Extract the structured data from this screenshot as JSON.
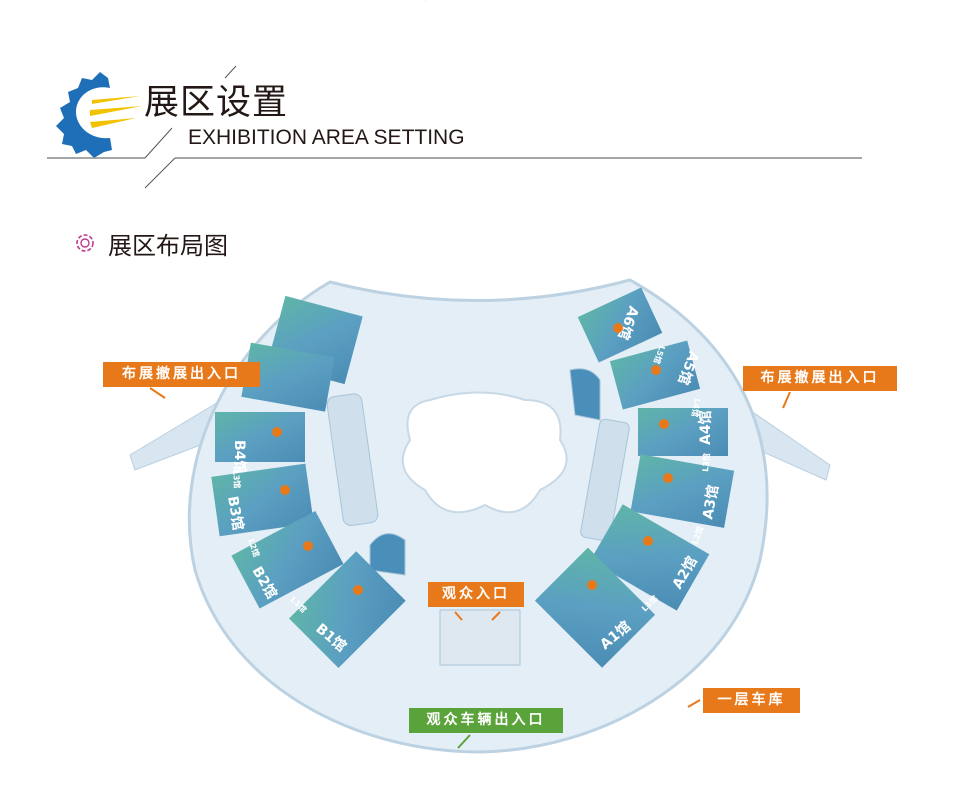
{
  "header": {
    "title": "展区设置",
    "subtitle": "EXHIBITION AREA SETTING",
    "icon": "gear-icon"
  },
  "section": {
    "title": "展区布局图",
    "icon": "flower-gear-icon"
  },
  "map": {
    "halls_a": [
      "A1馆",
      "A2馆",
      "A3馆",
      "A4馆",
      "A5馆",
      "A6馆"
    ],
    "halls_b": [
      "B1馆",
      "B2馆",
      "B3馆",
      "B4馆"
    ],
    "links_a": [
      "L1馆",
      "L2馆",
      "L3馆",
      "L4馆",
      "L5馆"
    ],
    "links_b": [
      "L1馆",
      "L2馆",
      "L3馆"
    ],
    "labels": {
      "setup_left": "布展撤展出入口",
      "setup_right": "布展撤展出入口",
      "visitor_entrance": "观众入口",
      "vehicle_entrance": "观众车辆出入口",
      "garage": "一层车库"
    },
    "colors": {
      "hall": "#5b9fc2",
      "label_orange": "#e8791a",
      "label_green": "#5aa33a",
      "floor": "#e3eef6"
    }
  }
}
